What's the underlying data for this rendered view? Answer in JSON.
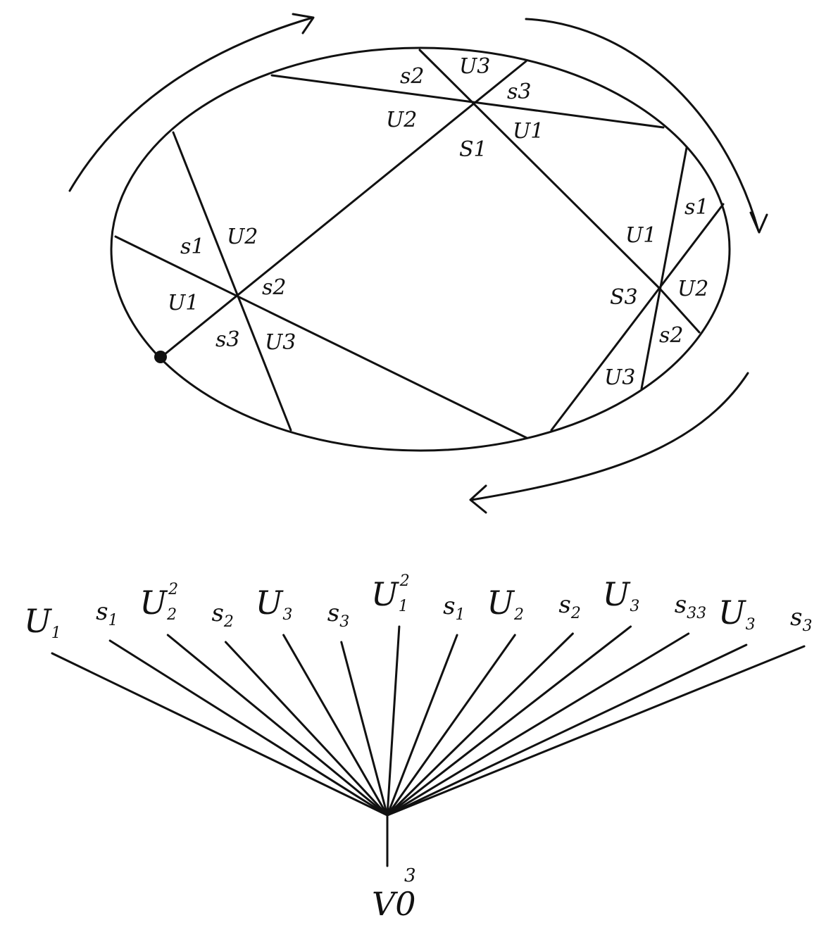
{
  "colors": {
    "ink": "#111111",
    "background": "#ffffff"
  },
  "ellipse_diagram": {
    "top_crossing": {
      "labels": [
        "s2",
        "U3",
        "s3",
        "U2",
        "U1",
        "S1"
      ]
    },
    "left_crossing": {
      "labels": [
        "s1",
        "U2",
        "U1",
        "s2",
        "s3",
        "U3"
      ]
    },
    "right_crossing": {
      "labels": [
        "s1",
        "U1",
        "S3",
        "U2",
        "s2",
        "U3"
      ]
    }
  },
  "fan_diagram": {
    "root_label": "V0",
    "root_superscript": "3",
    "leaves": [
      {
        "base": "U",
        "sub": "1",
        "sup": ""
      },
      {
        "base": "s",
        "sub": "1",
        "sup": ""
      },
      {
        "base": "U",
        "sub": "2",
        "sup": "2"
      },
      {
        "base": "s",
        "sub": "2",
        "sup": ""
      },
      {
        "base": "U",
        "sub": "3",
        "sup": ""
      },
      {
        "base": "s",
        "sub": "3",
        "sup": ""
      },
      {
        "base": "U",
        "sub": "1",
        "sup": "2"
      },
      {
        "base": "s",
        "sub": "1",
        "sup": ""
      },
      {
        "base": "U",
        "sub": "2",
        "sup": ""
      },
      {
        "base": "s",
        "sub": "2",
        "sup": ""
      },
      {
        "base": "U",
        "sub": "3",
        "sup": ""
      },
      {
        "base": "s",
        "sub": "33",
        "sup": ""
      },
      {
        "base": "U",
        "sub": "3",
        "sup": ""
      },
      {
        "base": "s",
        "sub": "3",
        "sup": ""
      }
    ]
  }
}
